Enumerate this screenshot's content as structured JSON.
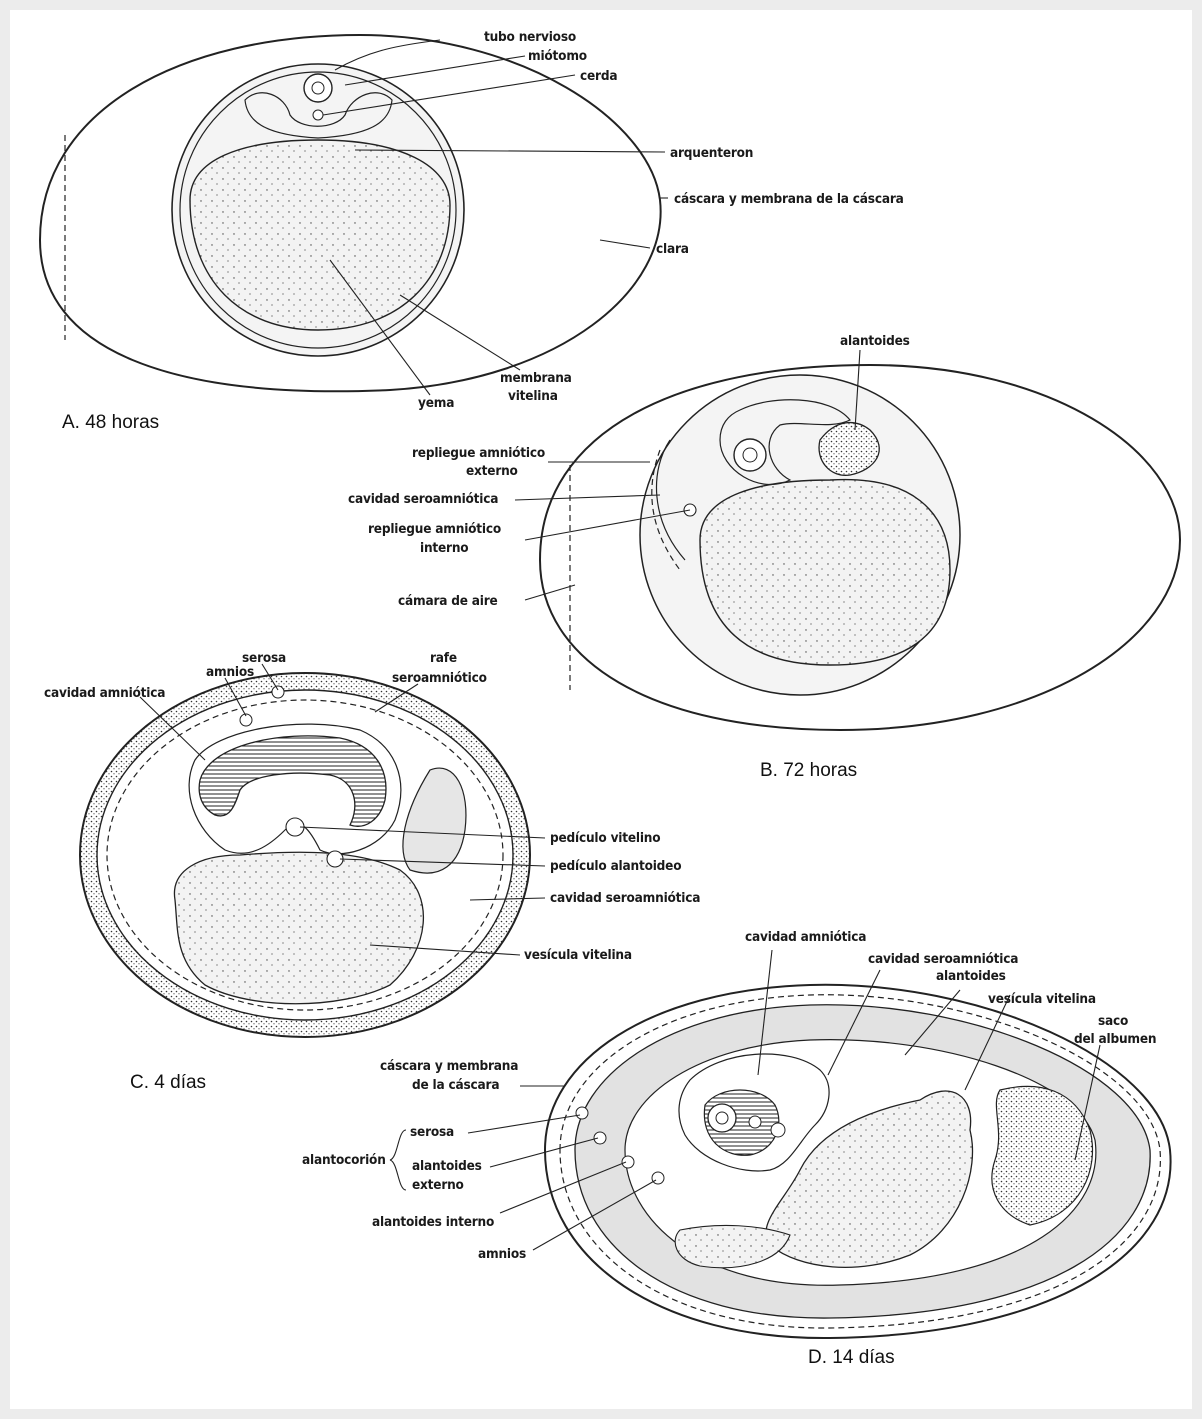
{
  "panels": {
    "a": {
      "caption": "A. 48 horas",
      "labels": {
        "tubo_nervioso": "tubo nervioso",
        "miotomo": "miótomo",
        "cerda": "cerda",
        "arquenteron": "arquenteron",
        "cascara": "cáscara y membrana de la cáscara",
        "clara": "clara",
        "yema": "yema",
        "membrana": "membrana",
        "vitelina": "vitelina"
      }
    },
    "b": {
      "caption": "B. 72 horas",
      "labels": {
        "alantoides": "alantoides",
        "repliegue_externo_1": "repliegue amniótico",
        "repliegue_externo_2": "externo",
        "cavidad_seroamniotica": "cavidad seroamniótica",
        "repliegue_interno_1": "repliegue amniótico",
        "repliegue_interno_2": "interno",
        "camara_aire": "cámara de aire"
      }
    },
    "c": {
      "caption": "C. 4 días",
      "labels": {
        "serosa": "serosa",
        "amnios": "amnios",
        "cavidad_amniotica": "cavidad amniótica",
        "rafe_1": "rafe",
        "rafe_2": "seroamniótico",
        "pediculo_vitelino": "pedículo vitelino",
        "pediculo_alantoideo": "pedículo alantoideo",
        "cavidad_seroamniotica": "cavidad seroamniótica",
        "vesicula_vitelina": "vesícula vitelina"
      }
    },
    "d": {
      "caption": "D. 14 días",
      "labels": {
        "cavidad_amniotica": "cavidad amniótica",
        "cavidad_seroamniotica": "cavidad seroamniótica",
        "alantoides": "alantoides",
        "vesicula_vitelina": "vesícula vitelina",
        "saco_1": "saco",
        "saco_2": "del albumen",
        "cascara_1": "cáscara y membrana",
        "cascara_2": "de la cáscara",
        "serosa": "serosa",
        "alantocorion": "alantocorión",
        "alantoides_externo_1": "alantoides",
        "alantoides_externo_2": "externo",
        "alantoides_interno": "alantoides interno",
        "amnios": "amnios"
      }
    }
  },
  "colors": {
    "ink": "#222222",
    "shade": "#e3e3e3",
    "paper": "#ffffff"
  }
}
